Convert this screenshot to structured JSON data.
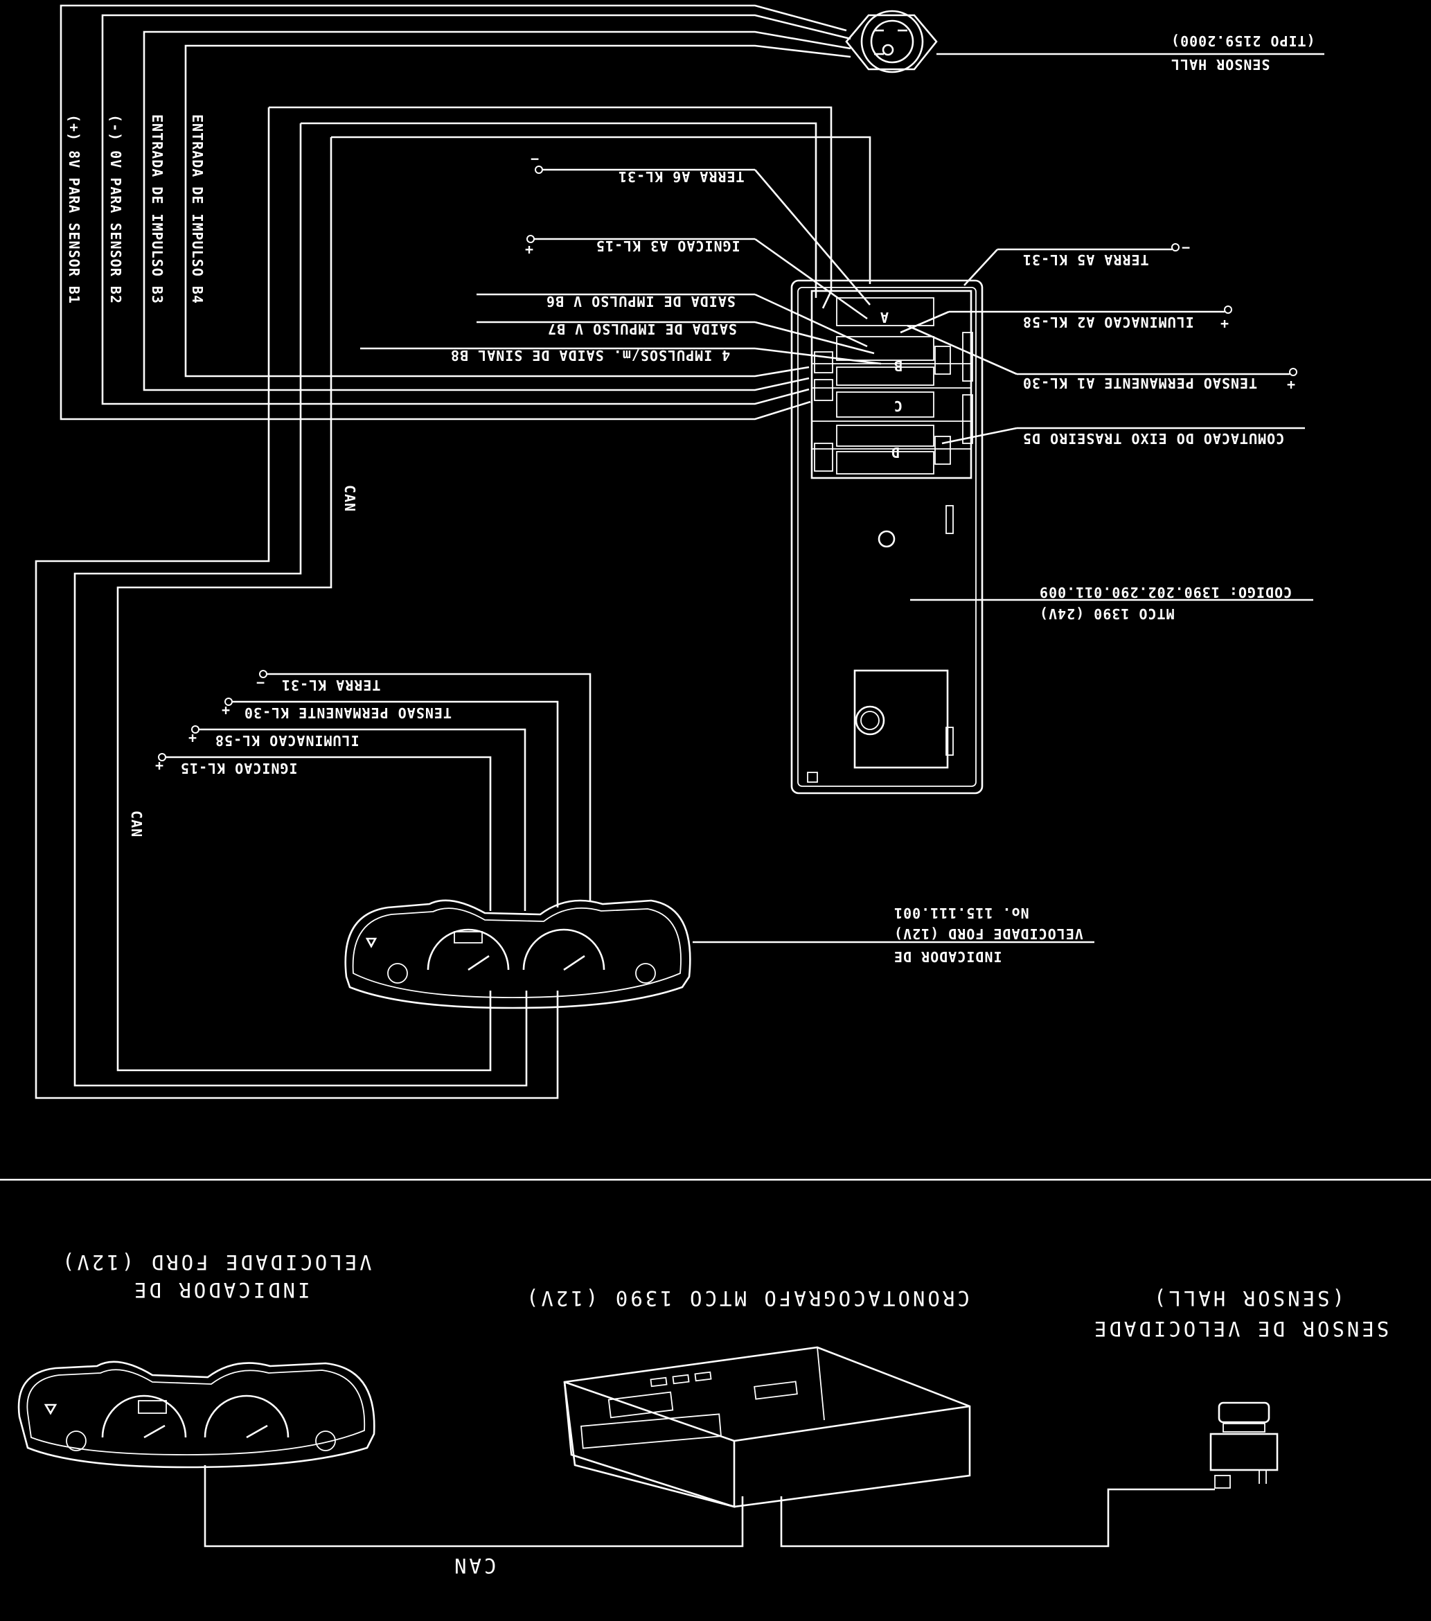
{
  "sensor_hall_top": {
    "label": "SENSOR HALL",
    "type": "(TIPO 2159.2000)"
  },
  "sensor_wires": [
    "(+) 8V PARA SENSOR B1",
    "(-) 0V PARA SENSOR B2",
    "ENTRADA DE IMPULSO B3",
    "ENTRADA DE IMPULSO B4"
  ],
  "tachograph_left_pins": [
    "TERRA A6 KL-31",
    "IGNIÇÃO A3 KL-15",
    "SAÍDA DE IMPULSO V B6",
    "SAÍDA DE IMPULSO V B7",
    "4 IMPULSOS/m. SAÍDA DE SINAL B8"
  ],
  "tachograph_left_pins_raw": [
    "TERRA A6 KL-31",
    "IGNICAO A3 KL-15",
    "SAIDA DE IMPULSO V B6",
    "SAIDA DE IMPULSO V B7",
    "4 IMPULSOS/m. SAIDA DE SINAL B8"
  ],
  "tachograph_right_pins": [
    "TERRA A5 KL-31",
    "ILUMINACAO A2 KL-58",
    "TENSAO PERMANENTE A1 KL-30",
    "COMUTACAO DO EIXO TRASEIRO D5"
  ],
  "connector_labels": [
    "A",
    "B",
    "C",
    "D"
  ],
  "tachograph_info": {
    "code": "CODIGO: 1390.202.290.011.009",
    "model": "MTCO 1390 (24V)"
  },
  "can_labels": [
    "CAN",
    "CAN",
    "CAN"
  ],
  "cluster_pins": [
    "TERRA KL-31",
    "TENSAO PERMANENTE KL-30",
    "ILUMINACAO KL-58",
    "IGNICAO KL-15"
  ],
  "cluster_info": {
    "number": "No. 115.111.001",
    "line2": "VELOCIDADE FORD (12V)",
    "line1": "INDICADOR DE"
  },
  "bottom": {
    "speedometer_line1": "VELOCIDADE FORD (12V)",
    "speedometer_line2": "INDICADOR DE",
    "tachograph": "CRONOTACOGRAFO MTCO 1390 (12V)",
    "sensor_line1": "(SENSOR HALL)",
    "sensor_line2": "SENSOR DE VELOCIDADE",
    "bus": "CAN"
  },
  "terminal_signs": {
    "minus": "−",
    "plus": "+"
  },
  "colors": {
    "background": "#000000",
    "line": "#ffffff"
  }
}
